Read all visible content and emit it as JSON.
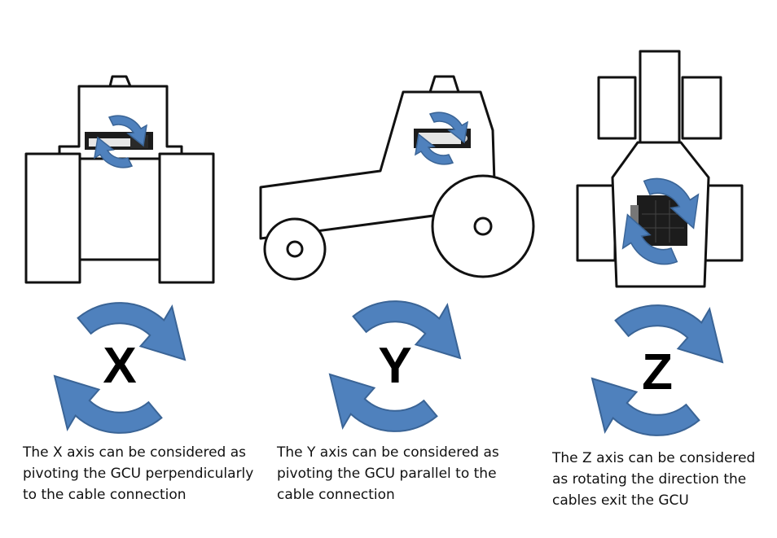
{
  "colors": {
    "arrow_fill": "#4f81bd",
    "arrow_stroke": "#3a6496",
    "outline": "#111111",
    "gcu_dark": "#1c1c1c",
    "gcu_light": "#e6e6e6"
  },
  "axes": [
    {
      "letter": "X",
      "caption": "The X axis can be considered as pivoting the GCU perpendicularly to the cable connection"
    },
    {
      "letter": "Y",
      "caption": "The Y axis can be considered as pivoting the GCU parallel to the cable connection"
    },
    {
      "letter": "Z",
      "caption": "The Z axis can be considered as rotating the direction the cables exit the GCU"
    }
  ]
}
